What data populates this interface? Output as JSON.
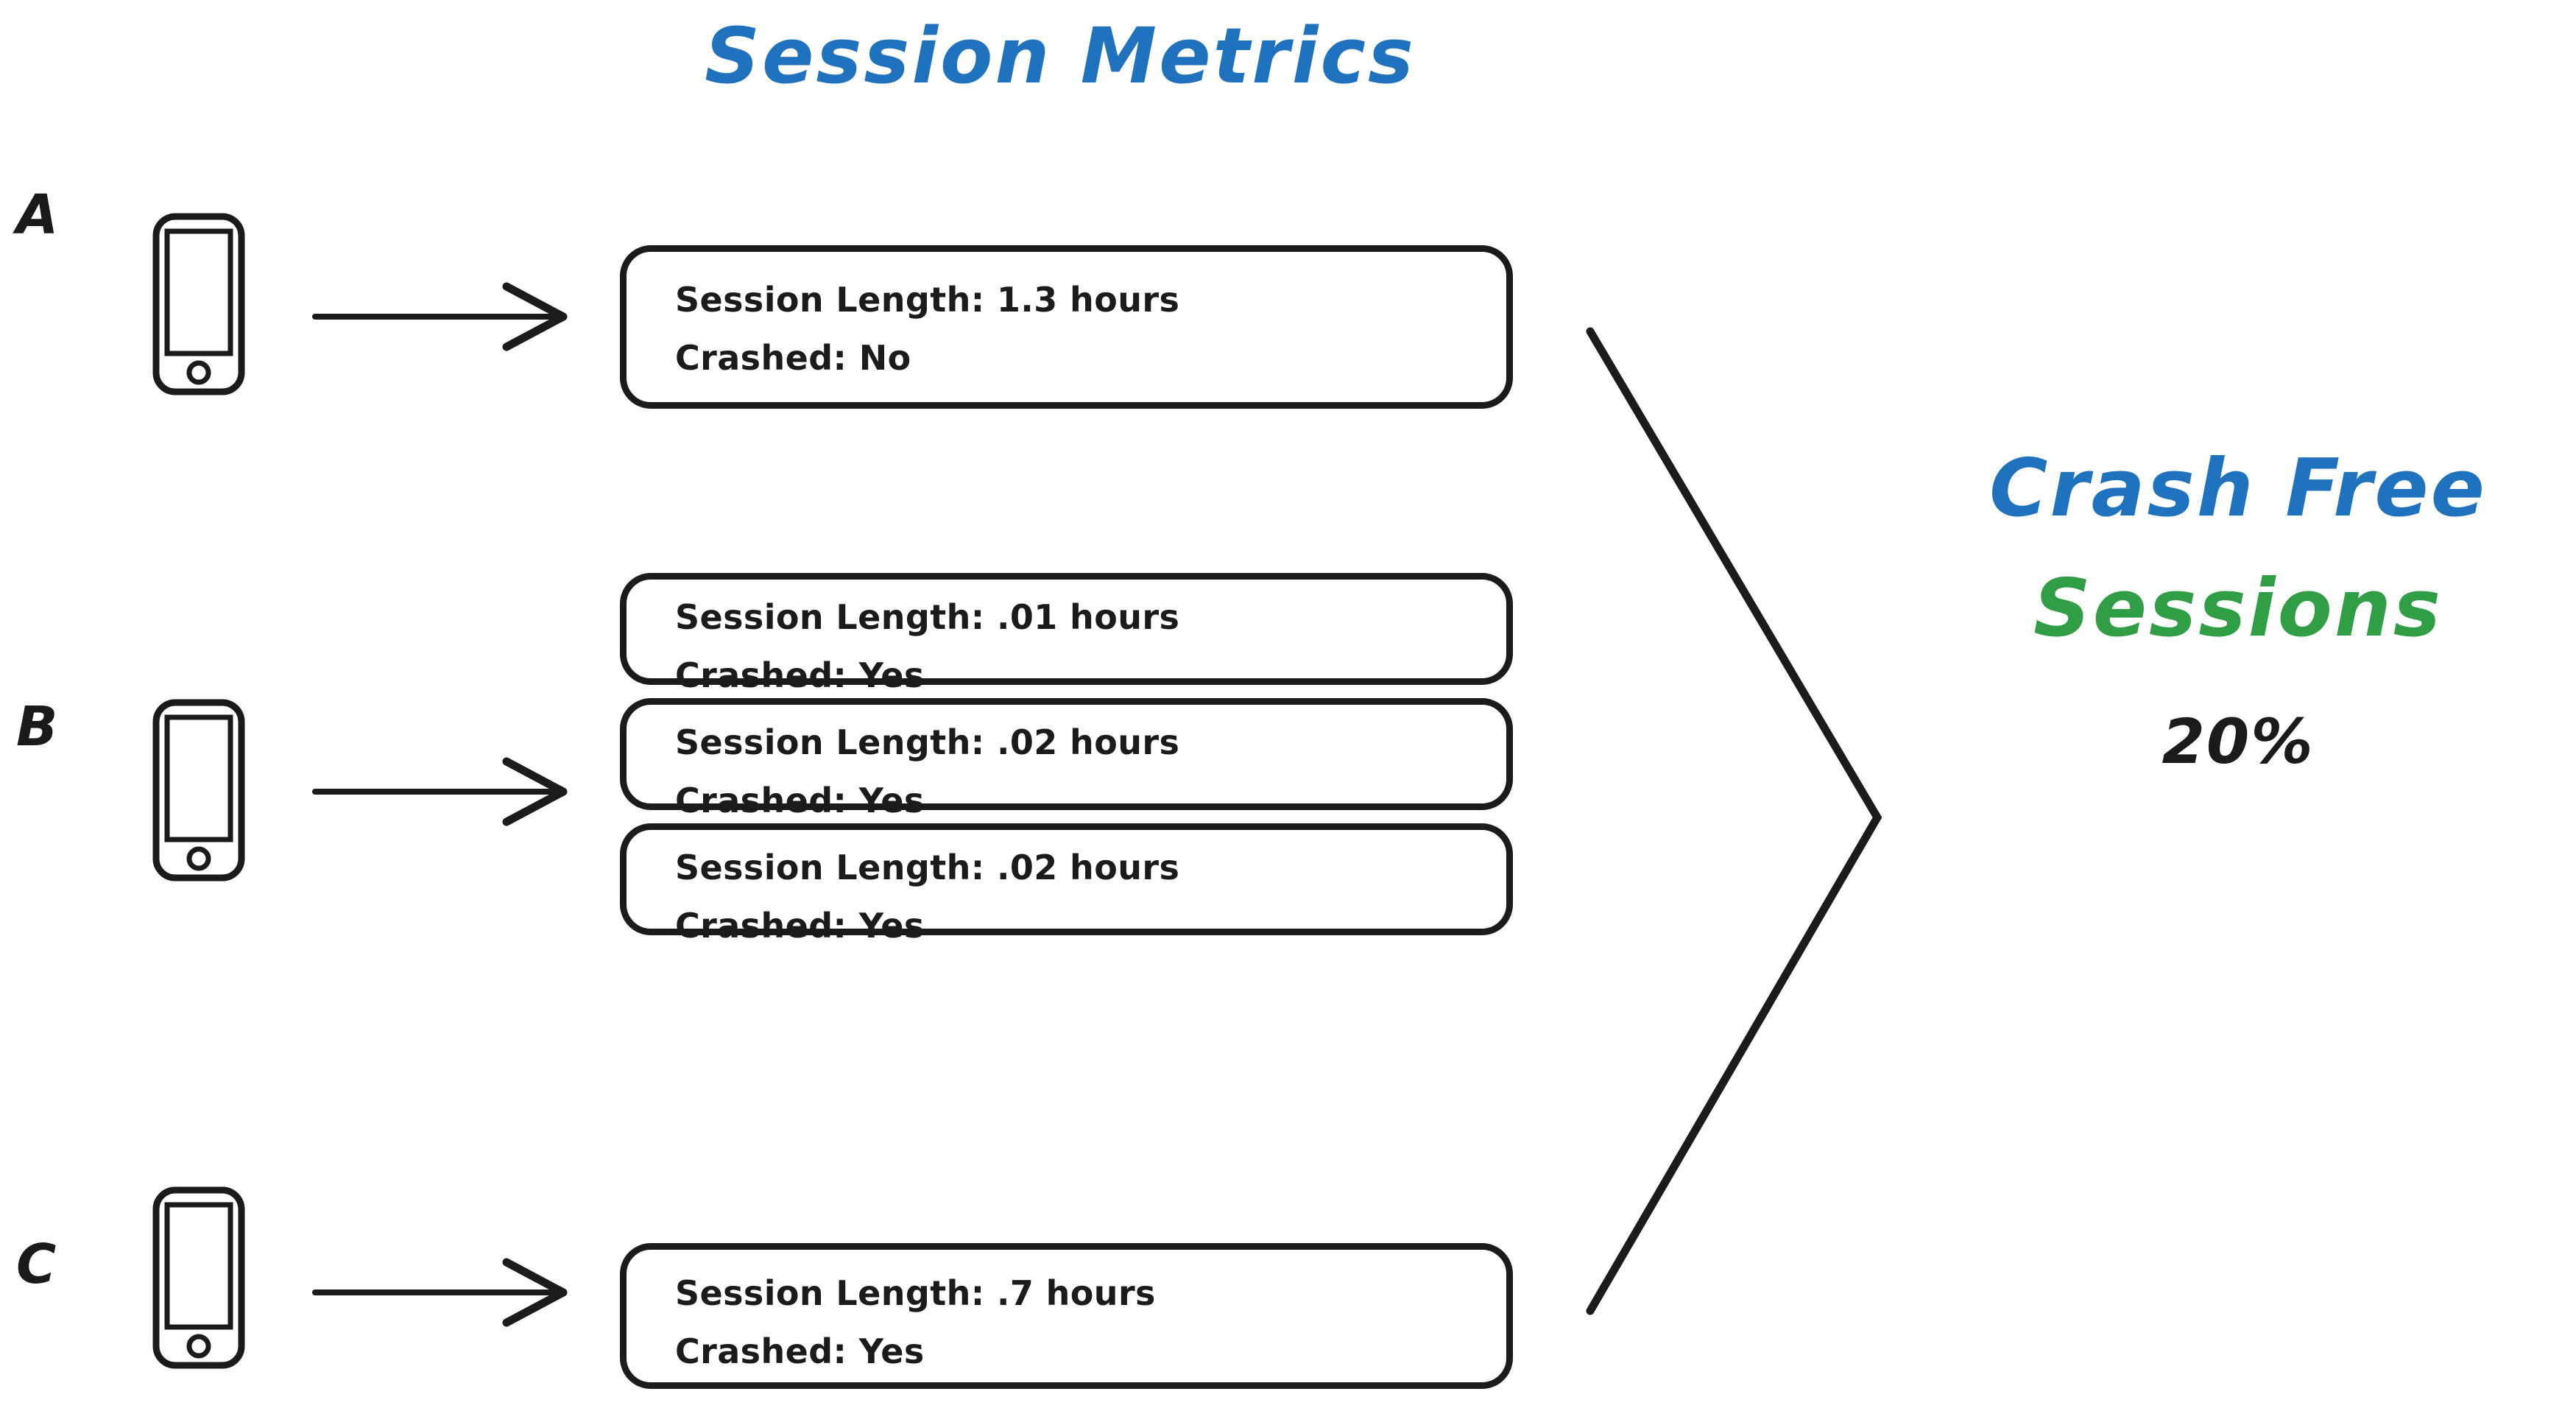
{
  "title": "Session Metrics",
  "colors": {
    "accent_blue": "#1f72bd",
    "accent_green": "#2f9e44",
    "ink": "#1b1b1b",
    "background": "#ffffff"
  },
  "devices": [
    {
      "label": "A",
      "icon": "mobile-phone-icon",
      "arrow": "arrow-right-icon",
      "sessions": [
        {
          "length_line": "Session Length: 1.3 hours",
          "crashed_line": "Crashed: No",
          "length": "1.3",
          "unit": "hours",
          "crashed": "No"
        }
      ]
    },
    {
      "label": "B",
      "icon": "mobile-phone-icon",
      "arrow": "arrow-right-icon",
      "sessions": [
        {
          "length_line": "Session Length: .01 hours",
          "crashed_line": "Crashed: Yes",
          "length": ".01",
          "unit": "hours",
          "crashed": "Yes"
        },
        {
          "length_line": "Session Length: .02 hours",
          "crashed_line": "Crashed: Yes",
          "length": ".02",
          "unit": "hours",
          "crashed": "Yes"
        },
        {
          "length_line": "Session Length: .02 hours",
          "crashed_line": "Crashed: Yes",
          "length": ".02",
          "unit": "hours",
          "crashed": "Yes"
        }
      ]
    },
    {
      "label": "C",
      "icon": "mobile-phone-icon",
      "arrow": "arrow-right-icon",
      "sessions": [
        {
          "length_line": "Session Length: .7 hours",
          "crashed_line": "Crashed: Yes",
          "length": ".7",
          "unit": "hours",
          "crashed": "Yes"
        }
      ]
    }
  ],
  "funnel": {
    "icon": "converging-bracket-icon"
  },
  "outcome": {
    "line1": "Crash Free",
    "line2": "Sessions",
    "value": "20%"
  }
}
